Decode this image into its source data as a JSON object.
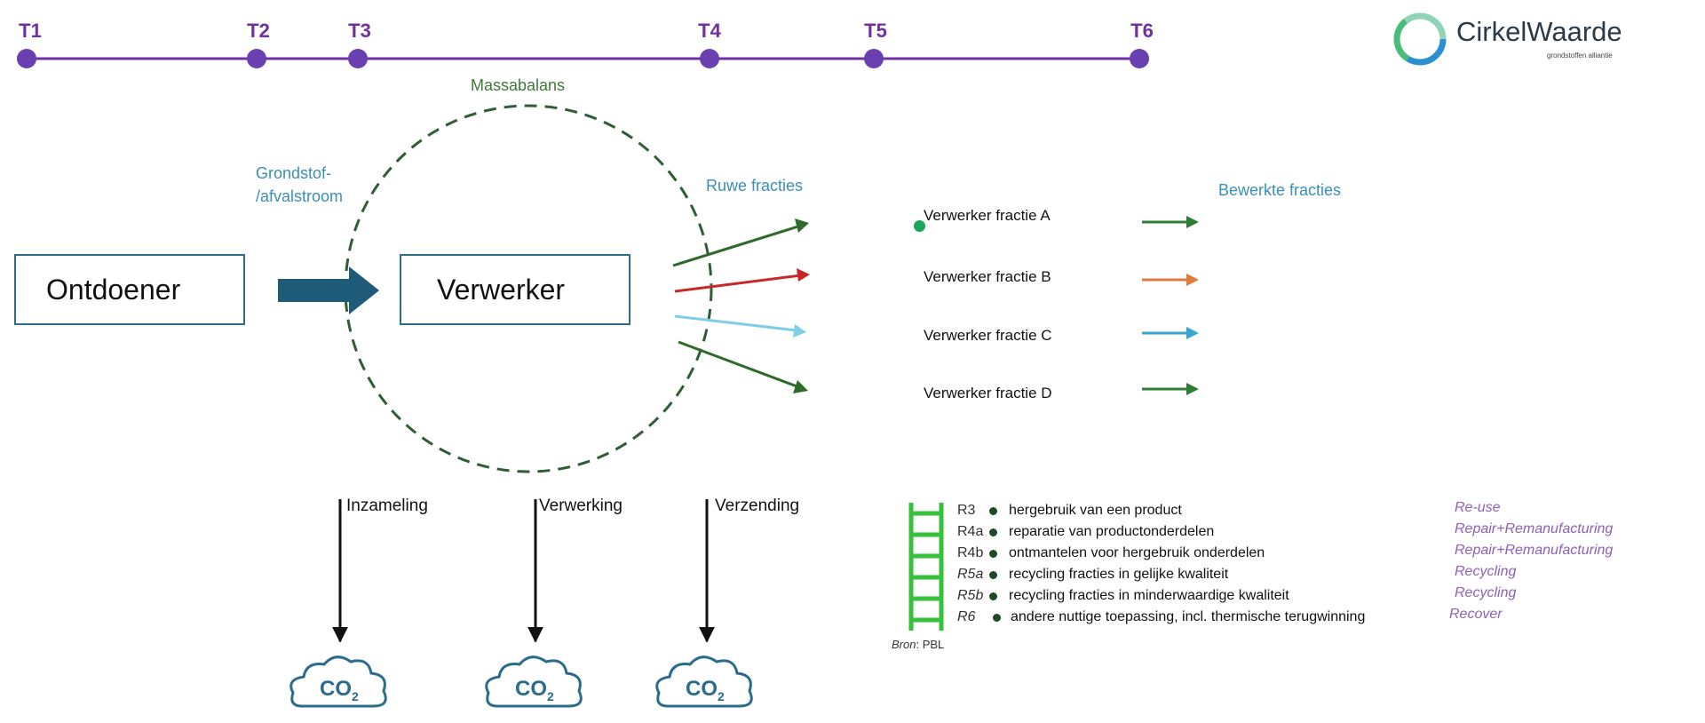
{
  "timeline": {
    "markers": [
      "T1",
      "T2",
      "T3",
      "T4",
      "T5",
      "T6"
    ],
    "color": "#7030a0"
  },
  "logo": {
    "name": "CirkelWaarde",
    "tagline": "grondstoffen alliantie"
  },
  "boundary_label": "Massabalans",
  "stream_label_line1": "Grondstof-",
  "stream_label_line2": "/afvalstroom",
  "nodes": {
    "source": "Ontdoener",
    "processor": "Verwerker"
  },
  "raw_fractions_label": "Ruwe fracties",
  "processed_fractions_label": "Bewerkte fracties",
  "fractions": [
    {
      "label": "Verwerker fractie A",
      "color": "#2e7d32"
    },
    {
      "label": "Verwerker fractie B",
      "color": "#e07a3f"
    },
    {
      "label": "Verwerker fractie C",
      "color": "#3aa6d0"
    },
    {
      "label": "Verwerker fractie D",
      "color": "#2e7d32"
    }
  ],
  "raw_arrow_colors": [
    "#2e6b2a",
    "#c62828",
    "#7fcde8",
    "#2e6b2a"
  ],
  "stages": [
    "Inzameling",
    "Verwerking",
    "Verzending"
  ],
  "co2_label": "CO",
  "co2_sub": "2",
  "r_ladder": [
    {
      "code": "R3",
      "description": "hergebruik van een product",
      "english": "Re-use"
    },
    {
      "code": "R4a",
      "description": "reparatie van productonderdelen",
      "english": "Repair+Remanufacturing"
    },
    {
      "code": "R4b",
      "description": "ontmantelen voor hergebruik onderdelen",
      "english": "Repair+Remanufacturing"
    },
    {
      "code": "R5a",
      "description": "recycling fracties in gelijke kwaliteit",
      "english": "Recycling"
    },
    {
      "code": "R5b",
      "description": "recycling fracties in minderwaardige kwaliteit",
      "english": "Recycling"
    },
    {
      "code": "R6",
      "description": "andere nuttige toepassing, incl. thermische terugwinning",
      "english": "Recover"
    }
  ],
  "source_label": "Bron",
  "source_value": ": PBL"
}
